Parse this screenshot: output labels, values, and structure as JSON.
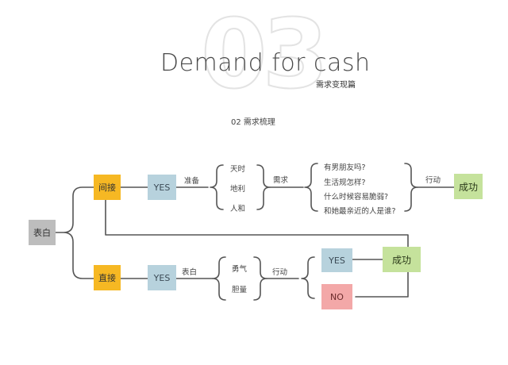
{
  "header": {
    "big_number": "03",
    "title": "Demand for cash",
    "subtitle": "需求变现篇",
    "section": "02 需求梳理"
  },
  "root": {
    "label": "表白"
  },
  "indirect": {
    "label": "间接",
    "yes": "YES",
    "edge_prepare": "准备",
    "conditions": [
      "天时",
      "地利",
      "人和"
    ],
    "edge_demand": "需求",
    "questions": [
      "有男朋友吗?",
      "生活规怎样?",
      "什么时候容易脆弱?",
      "和她最亲近的人是谁?"
    ],
    "edge_action": "行动",
    "result": "成功"
  },
  "direct": {
    "label": "直接",
    "yes": "YES",
    "edge_express": "表白",
    "traits": [
      "勇气",
      "胆量"
    ],
    "edge_action": "行动",
    "outcome_yes": "YES",
    "outcome_no": "NO",
    "result": "成功"
  },
  "colors": {
    "root": "#bdbdbd",
    "method": "#f6b823",
    "yes": "#b7d2dd",
    "success": "#c5e29c",
    "no": "#f3a8a8",
    "line": "#555555"
  }
}
